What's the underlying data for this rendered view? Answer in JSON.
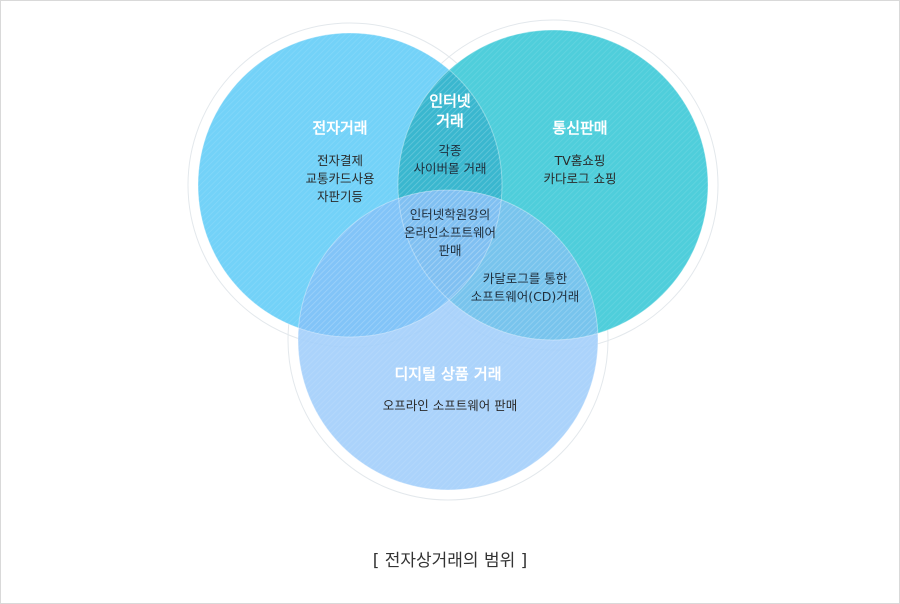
{
  "circles": {
    "electronic": {
      "title": "전자거래",
      "items": [
        "전자결제",
        "교통카드사용",
        "자판기등"
      ],
      "color": "#63cdf8"
    },
    "telecom": {
      "title": "통신판매",
      "items": [
        "TV홈쇼핑",
        "카다로그 쇼핑"
      ],
      "color": "#3fcad8"
    },
    "digital": {
      "title": "디지털 상품 거래",
      "items": [
        "오프라인 소프트웨어 판매"
      ],
      "color": "#92c6fb"
    }
  },
  "overlaps": {
    "internet": {
      "title_lines": [
        "인터넷",
        "거래"
      ],
      "items": [
        "각종",
        "사이버몰 거래"
      ]
    },
    "center": {
      "lines": [
        "인터넷학원강의",
        "온라인소프트웨어",
        "판매"
      ]
    },
    "telecom_digital": {
      "lines": [
        "카달로그를 통한",
        "소프트웨어(CD)거래"
      ]
    }
  },
  "caption": "[ 전자상거래의 범위 ]"
}
